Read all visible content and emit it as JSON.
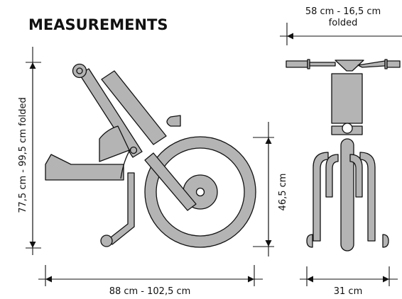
{
  "title": "MEASUREMENTS",
  "dimensions": {
    "height": "77,5 cm - 99,5 cm folded",
    "length": "88 cm - 102,5 cm",
    "wheel_height": "46,5 cm",
    "width_line1": "58 cm - 16,5 cm",
    "width_line2": "folded",
    "front_width": "31 cm"
  },
  "colors": {
    "part_fill": "#b4b4b4",
    "outline": "#111111",
    "background": "#ffffff"
  }
}
